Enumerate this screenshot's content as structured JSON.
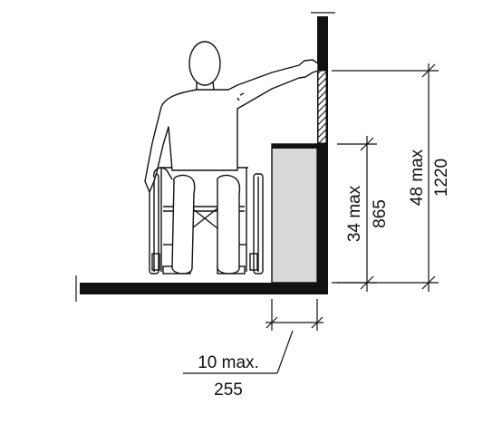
{
  "dimensions": {
    "counter_height": {
      "imperial": "34 max",
      "metric": "865"
    },
    "reach_height": {
      "imperial": "48 max",
      "metric": "1220"
    },
    "counter_depth": {
      "imperial": "10 max.",
      "metric": "255"
    }
  },
  "colors": {
    "ink": "#111111",
    "counter_fill": "#d9d9d9",
    "background": "#ffffff"
  }
}
